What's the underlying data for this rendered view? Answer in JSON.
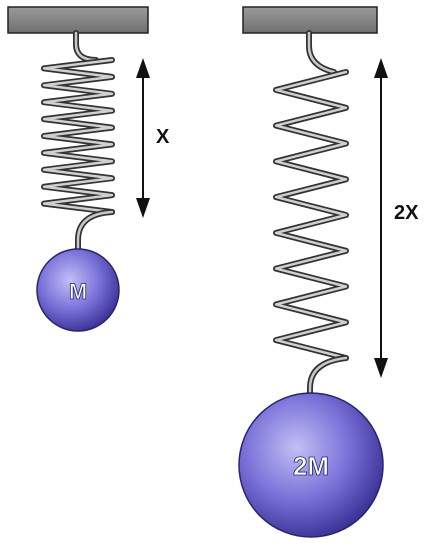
{
  "left_system": {
    "displacement_label": "X",
    "mass_label": "M"
  },
  "right_system": {
    "displacement_label": "2X",
    "mass_label": "2M"
  },
  "colors": {
    "ceiling": "#808080",
    "spring": "#6a6a6a",
    "arrow": "#111111",
    "mass_light": "#b9b6f2",
    "mass_dark": "#3a3296",
    "mass_text": "#ffffff"
  }
}
